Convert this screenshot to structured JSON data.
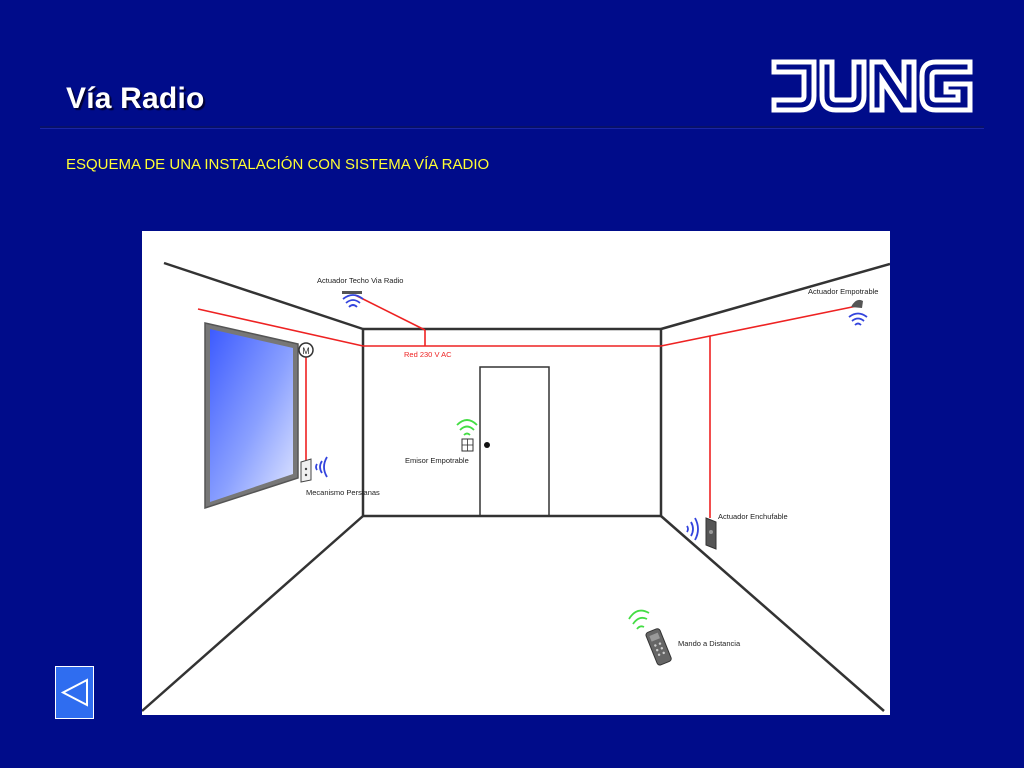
{
  "slide": {
    "title": "Vía Radio",
    "subtitle": "ESQUEMA DE UNA INSTALACIÓN CON SISTEMA VÍA RADIO"
  },
  "logo": {
    "text": "JUNG",
    "icon": "jung-logo"
  },
  "diagram": {
    "labels": {
      "ceiling_actuator": "Actuador Techo Via Radio",
      "network": "Red 230 V AC",
      "wall_actuator": "Actuador Empotrable",
      "transmitter": "Emisor Empotrable",
      "blinds": "Mecanismo Persianas",
      "plug_actuator": "Actuador Enchufable",
      "remote": "Mando a Distancia",
      "motor": "M"
    },
    "colors": {
      "wiring": "#ee2222",
      "radio_actuator": "#3344dd",
      "radio_sender": "#44dd44",
      "lines": "#333333"
    }
  },
  "navigation": {
    "back_icon": "triangle-left-icon"
  }
}
